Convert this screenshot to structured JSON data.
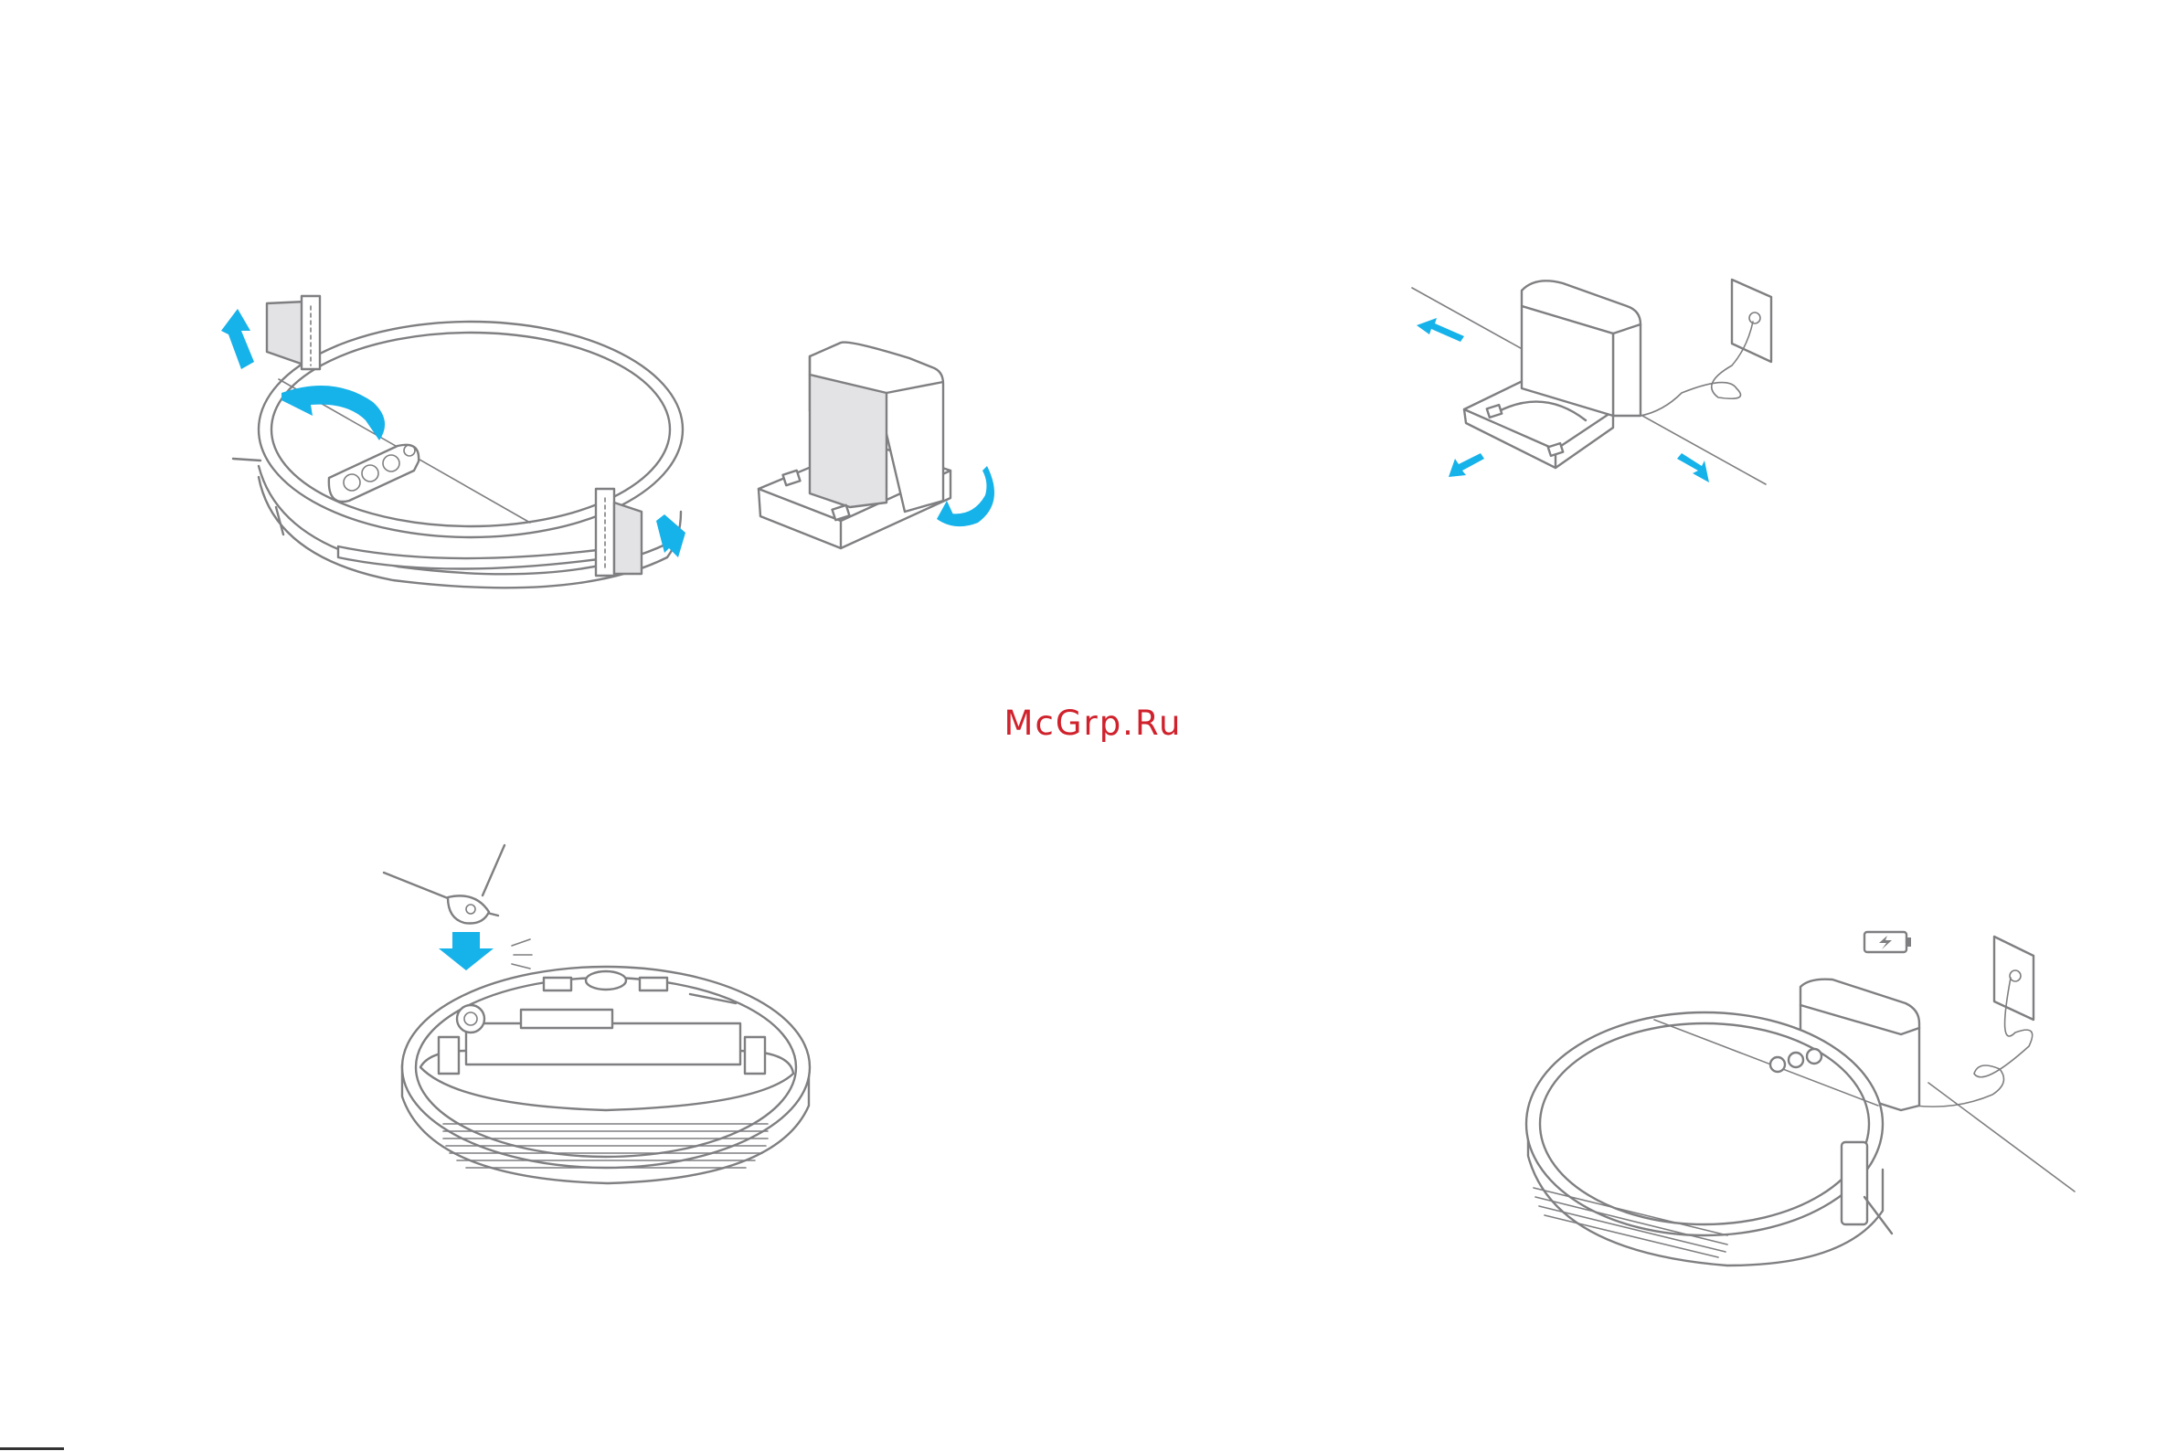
{
  "watermark": {
    "text": "McGrp.Ru",
    "color": "#d0222c"
  },
  "colors": {
    "arrow": "#16b2ea",
    "line": "#7f7f82",
    "shade": "#e3e3e5"
  },
  "figures": [
    {
      "id": "remove-protective-strips",
      "icons": [
        "robot-vacuum-top-icon",
        "protective-strip-icon",
        "rotate-arrow-icon",
        "dock-icon"
      ]
    },
    {
      "id": "place-dock-clearance",
      "icons": [
        "dock-icon",
        "wall-outlet-icon",
        "clearance-arrow-icon"
      ]
    },
    {
      "id": "install-side-brush",
      "icons": [
        "side-brush-icon",
        "robot-vacuum-bottom-icon",
        "down-arrow-icon"
      ]
    },
    {
      "id": "robot-charging-on-dock",
      "icons": [
        "battery-charging-icon",
        "robot-vacuum-top-icon",
        "dock-icon",
        "wall-outlet-icon"
      ]
    }
  ]
}
